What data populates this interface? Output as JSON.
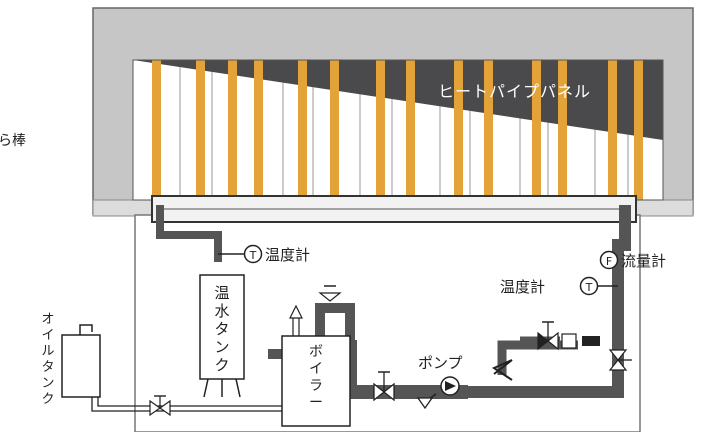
{
  "labels": {
    "panel": "ヒートパイプパネル",
    "thermometer_left": "温度計",
    "thermometer_right": "温度計",
    "flowmeter": "流量計",
    "pump": "ポンプ",
    "hot_water_tank": "温水タンク",
    "boiler": "ボイラー",
    "oil_tank": "オイルタンク",
    "edge_text": "ら棒"
  },
  "symbols": {
    "thermometer": "T",
    "flowmeter": "F"
  },
  "colors": {
    "housing": "#c6c6c6",
    "panel": "#4a4a4c",
    "heat_pipe": "#e3a338",
    "piping": "#555555",
    "line": "#222222"
  }
}
